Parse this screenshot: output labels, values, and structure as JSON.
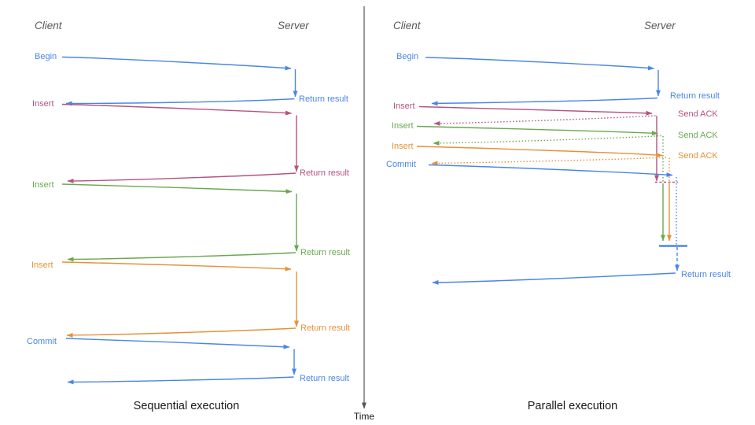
{
  "colors": {
    "blue": "#4a86e8",
    "pink": "#b5537f",
    "green": "#6aa84f",
    "orange": "#e69138",
    "header_gray": "#595959",
    "caption": "#1a1a1a",
    "axis": "#555555"
  },
  "left_panel": {
    "client_label": "Client",
    "server_label": "Server",
    "caption": "Sequential execution",
    "messages": [
      {
        "label": "Begin",
        "response": "Return result"
      },
      {
        "label": "Insert",
        "response": "Return result"
      },
      {
        "label": "Insert",
        "response": "Return result"
      },
      {
        "label": "Insert",
        "response": "Return result"
      },
      {
        "label": "Commit",
        "response": "Return result"
      }
    ]
  },
  "right_panel": {
    "client_label": "Client",
    "server_label": "Server",
    "caption": "Parallel execution",
    "messages": [
      {
        "label": "Begin",
        "response": "Return result"
      },
      {
        "label": "Insert",
        "ack": "Send ACK"
      },
      {
        "label": "Insert",
        "ack": "Send ACK"
      },
      {
        "label": "Insert",
        "ack": "Send ACK"
      },
      {
        "label": "Commit",
        "response": "Return result"
      }
    ]
  },
  "time_axis": {
    "label": "Time"
  }
}
